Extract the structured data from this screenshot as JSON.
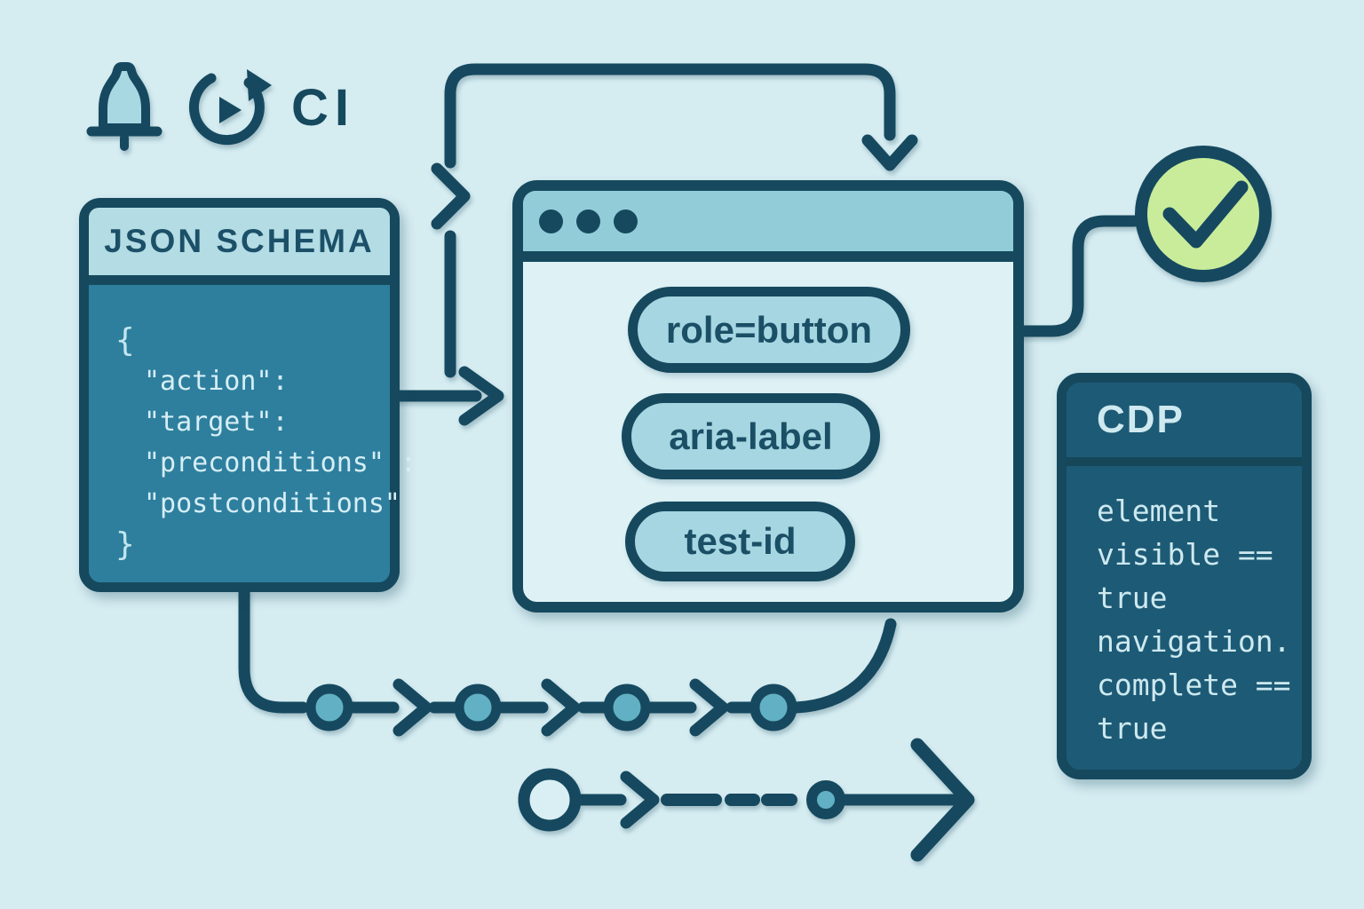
{
  "header_icons": {
    "ci_label": "CI"
  },
  "json_box": {
    "title": "JSON SCHEMA",
    "lines": [
      "{",
      "\"action\":",
      "\"target\":",
      "\"preconditions\" :",
      "\"postconditions\"",
      "}"
    ]
  },
  "browser_window": {
    "pills": [
      {
        "label": "role=button"
      },
      {
        "label": "aria-label"
      },
      {
        "label": "test-id"
      }
    ]
  },
  "cdp_box": {
    "title": "CDP",
    "lines": [
      "element",
      "visible ==",
      "true",
      "navigation.",
      "complete ==",
      "true"
    ]
  },
  "colors": {
    "background": "#d5ecf1",
    "stroke_dark": "#16495e",
    "panel_teal": "#2e7f9e",
    "panel_header_light": "#b3dce4",
    "titlebar_blue": "#92ccd9",
    "window_body": "#def2f6",
    "pill_fill": "#a6d6e1",
    "node_fill": "#62b0c4",
    "success_green": "#c9ec9b",
    "cdp_fill": "#1d5a75",
    "code_text_light": "#d6eef5"
  }
}
